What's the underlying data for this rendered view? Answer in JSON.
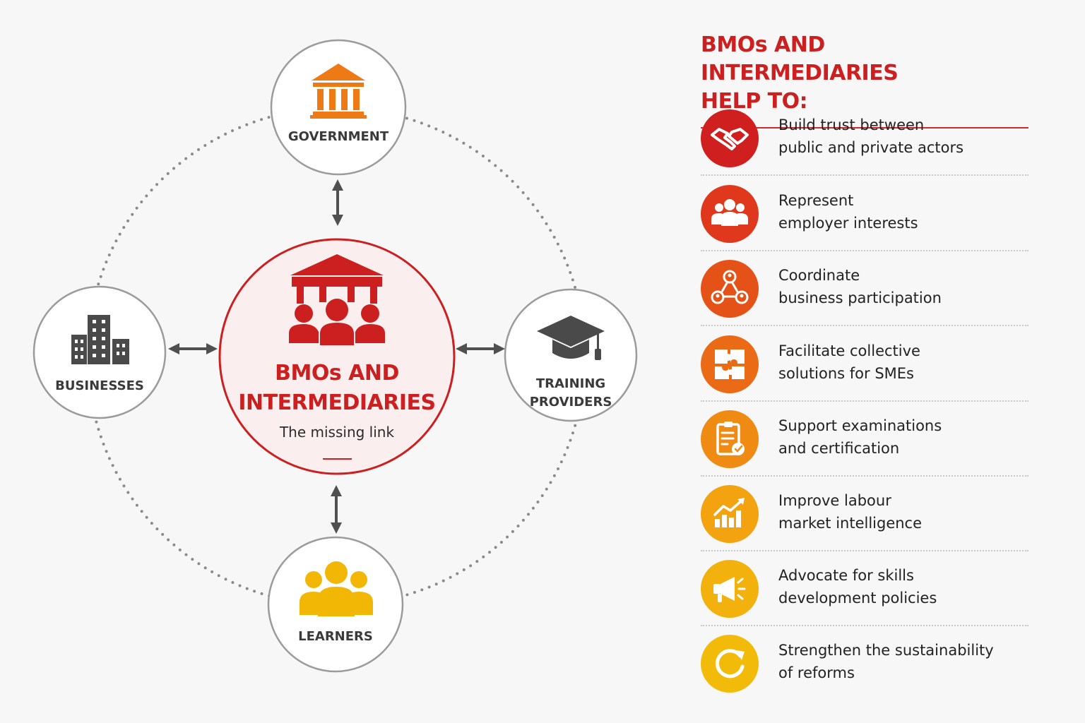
{
  "diagram": {
    "center": {
      "title_line1": "BMOs AND",
      "title_line2": "INTERMEDIARIES",
      "subtitle": "The missing link",
      "color": "#cc1f1f",
      "icon": "institution-people-icon"
    },
    "nodes": {
      "government": {
        "label": "GOVERNMENT",
        "icon": "government-building-icon",
        "color": "#ee7a16"
      },
      "businesses": {
        "label": "BUSINESSES",
        "icon": "office-buildings-icon",
        "color": "#4a4a4a"
      },
      "training": {
        "label_line1": "TRAINING",
        "label_line2": "PROVIDERS",
        "icon": "graduation-cap-icon",
        "color": "#4a4a4a"
      },
      "learners": {
        "label": "LEARNERS",
        "icon": "people-group-icon",
        "color": "#f2b705"
      }
    }
  },
  "panel": {
    "title_line1": "BMOs AND INTERMEDIARIES",
    "title_line2": "HELP TO:",
    "accent": "#cc1f1f",
    "items": [
      {
        "line1": "Build trust between",
        "line2": "public and private actors",
        "icon": "handshake-icon",
        "color": "#cf1f1f"
      },
      {
        "line1": "Represent",
        "line2": "employer interests",
        "icon": "group-icon",
        "color": "#e0381d"
      },
      {
        "line1": "Coordinate",
        "line2": "business participation",
        "icon": "network-people-icon",
        "color": "#e55217"
      },
      {
        "line1": "Facilitate collective",
        "line2": "solutions for SMEs",
        "icon": "puzzle-icon",
        "color": "#ea6a15"
      },
      {
        "line1": "Support examinations",
        "line2": "and certification",
        "icon": "clipboard-check-icon",
        "color": "#ef8a12"
      },
      {
        "line1": "Improve labour",
        "line2": "market intelligence",
        "icon": "chart-growth-icon",
        "color": "#f2a30f"
      },
      {
        "line1": "Advocate for skills",
        "line2": "development policies",
        "icon": "megaphone-icon",
        "color": "#f2b10c"
      },
      {
        "line1": "Strengthen the sustainability",
        "line2": "of reforms",
        "icon": "refresh-icon",
        "color": "#f2bb0a"
      }
    ]
  }
}
